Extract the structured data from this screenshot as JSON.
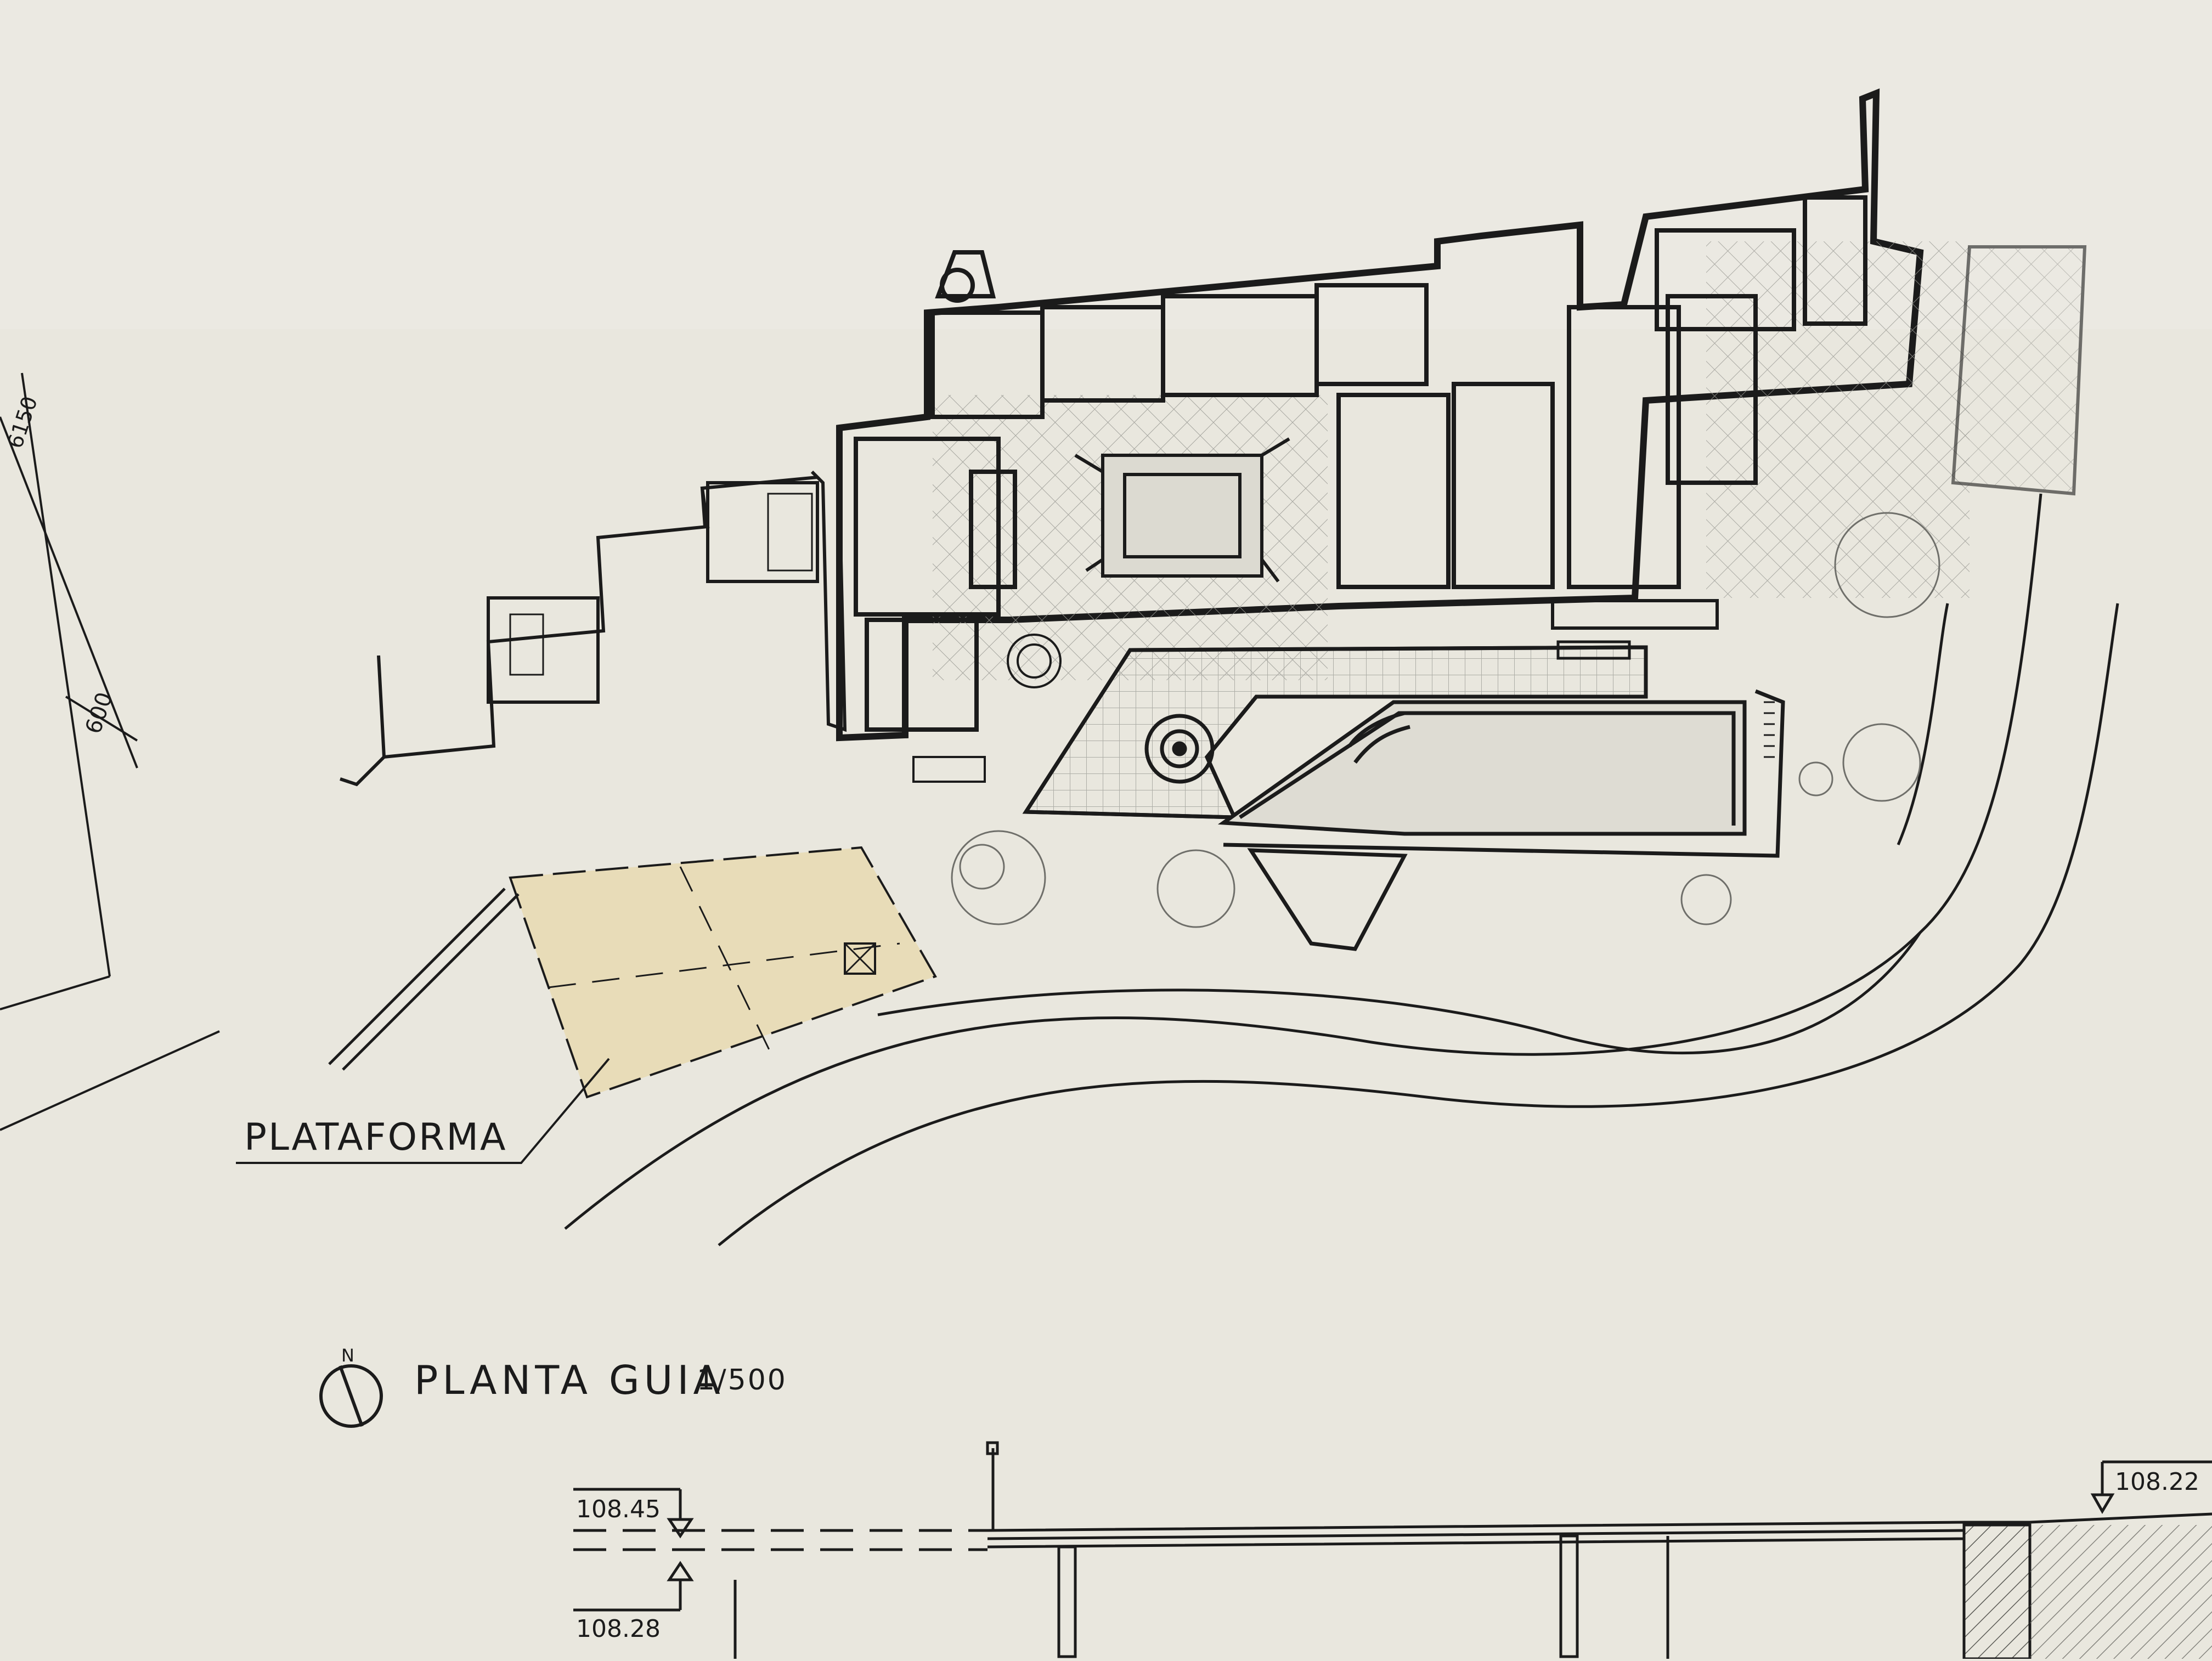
{
  "labels": {
    "plataforma": "PLATAFORMA",
    "planta_title": "PLANTA GUIA",
    "scale": "1/500",
    "north": "N",
    "dim_600": "600",
    "dim_6150": "6150"
  },
  "levels": {
    "left_upper": "108.45",
    "left_lower": "108.28",
    "right": "108.22"
  },
  "colors": {
    "paper": "#e9e7de",
    "ink": "#1b1b1b",
    "platform_fill": "#e8dcb8",
    "hatch": "#9a9a94"
  }
}
